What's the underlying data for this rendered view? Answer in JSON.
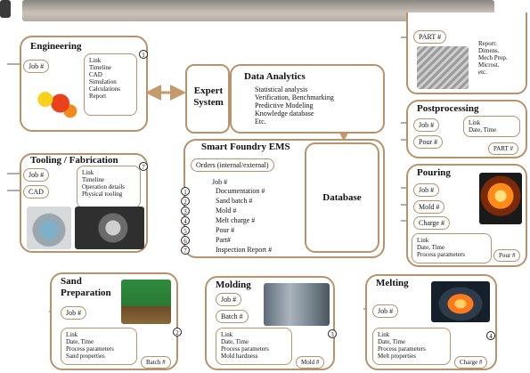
{
  "engineering": {
    "title": "Engineering",
    "job": "Job #",
    "details": [
      "Link",
      "Timeline",
      "CAD",
      "Simulation",
      "Calculations",
      "Report"
    ],
    "num": "1"
  },
  "tooling": {
    "title": "Tooling / Fabrication",
    "job": "Job #",
    "cad": "CAD",
    "details": [
      "Link",
      "Timeline",
      "Operation details",
      "Physical tooling"
    ],
    "num": "7"
  },
  "expert_system": {
    "label": "Expert System"
  },
  "data_analytics": {
    "title": "Data Analytics",
    "items": [
      "Statistical analysis",
      "Verification, Benchmarking",
      "Predictive Modeling",
      "Knowledge database",
      "Etc."
    ]
  },
  "ems": {
    "title": "Smart Foundry EMS",
    "orders": "Orders (internal/external)",
    "job": "Job #",
    "items": [
      "Documentation #",
      "Sand batch #",
      "Mold #",
      "Melt charge #",
      "Pour #",
      "Part#",
      "Inspection Report #"
    ],
    "numbers": [
      "1",
      "2",
      "3",
      "4",
      "5",
      "6",
      "7"
    ],
    "database": "Database"
  },
  "inspection": {
    "part": "PART #",
    "report": [
      "Report:",
      "Dimens.",
      "Mech Prop.",
      "Microst.",
      "etc."
    ]
  },
  "postprocessing": {
    "title": "Postprocessing",
    "job": "Job #",
    "pour": "Pour #",
    "details": [
      "Link",
      "Date, Time"
    ],
    "part": "PART #"
  },
  "pouring": {
    "title": "Pouring",
    "job": "Job #",
    "mold": "Mold #",
    "charge": "Charge #",
    "details": [
      "Link",
      "Date, Time",
      "Process parameters"
    ],
    "pour": "Pour #"
  },
  "sand": {
    "title1": "Sand",
    "title2": "Preparation",
    "job": "Job #",
    "details": [
      "Link",
      "Date, Time",
      "Process parameters",
      "Sand properties"
    ],
    "batch": "Batch #",
    "num": "2"
  },
  "molding": {
    "title": "Molding",
    "job": "Job #",
    "batch": "Batch #",
    "details": [
      "Link",
      "Date, Time",
      "Process parameters",
      "Mold hardness"
    ],
    "mold": "Mold #",
    "num": "3"
  },
  "melting": {
    "title": "Melting",
    "job": "Job #",
    "details": [
      "Link",
      "Date, Time",
      "Process parameters",
      "Melt properties"
    ],
    "charge": "Charge #",
    "num": "4"
  },
  "colors": {
    "border": "#b8926a",
    "arrow": "#c49a6c",
    "text": "#111111"
  }
}
